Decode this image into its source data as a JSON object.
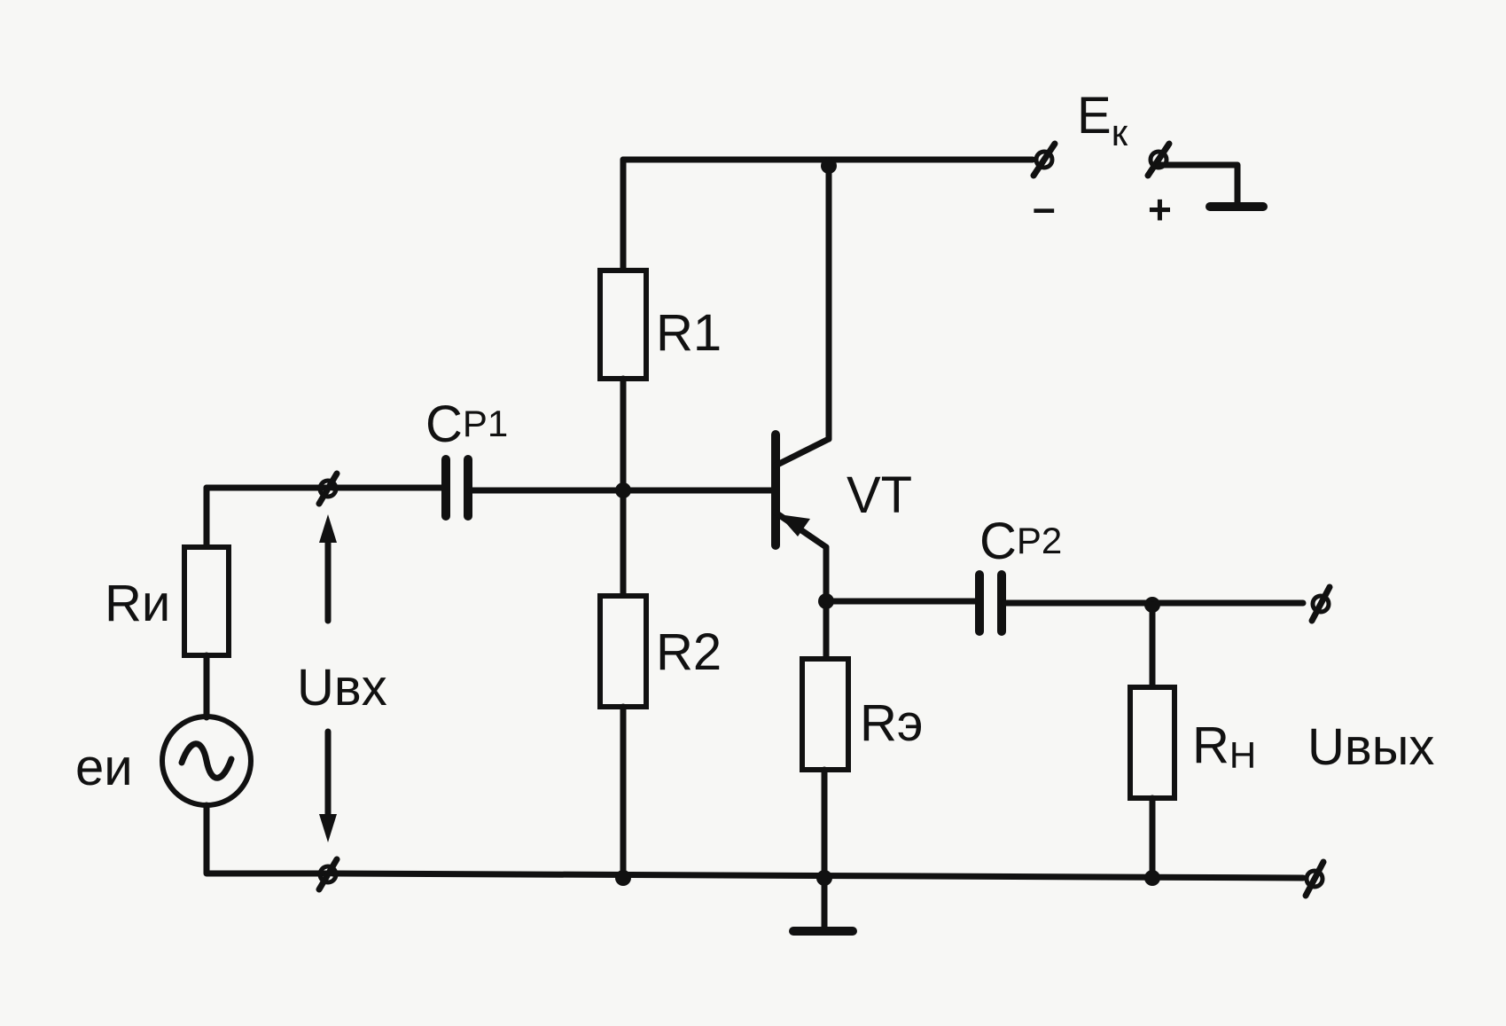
{
  "labels": {
    "ek_main": "E",
    "ek_sub": "к",
    "minus": "–",
    "plus": "+",
    "r1": "R1",
    "r2": "R2",
    "cp1_main": "C",
    "cp1_sub": "P1",
    "cp2_main": "C",
    "cp2_sub": "P2",
    "vt": "VT",
    "ri": "Rи",
    "ei": "eи",
    "uvx": "Uвх",
    "re": "Rэ",
    "rn_main": "R",
    "rn_sub": "H",
    "uvyx": "Uвых"
  }
}
